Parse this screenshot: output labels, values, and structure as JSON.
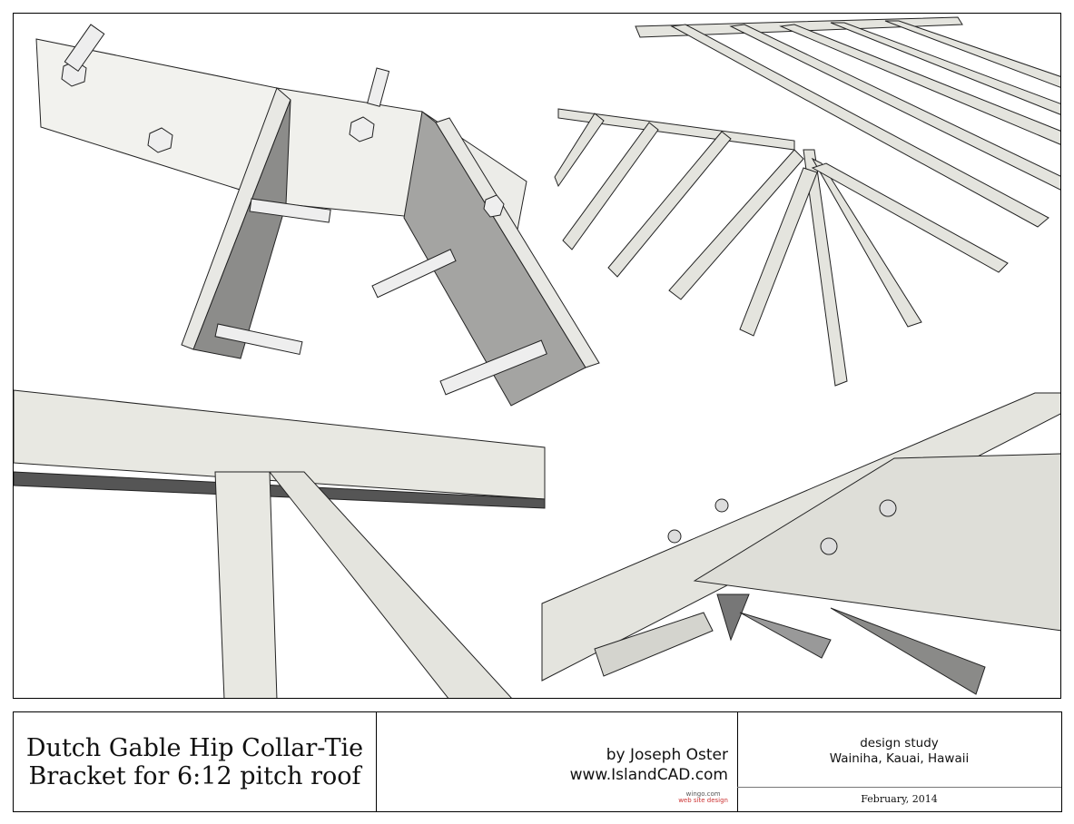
{
  "title_block": {
    "title_line1": "Dutch Gable Hip Collar-Tie",
    "title_line2": "Bracket for 6:12 pitch roof",
    "author": "by Joseph Oster",
    "website": "www.IslandCAD.com",
    "logo_text": "wingo.com",
    "logo_subtext": "web site design",
    "project_type": "design study",
    "location": "Wainiha, Kauai, Hawaii",
    "date": "February, 2014"
  },
  "colors": {
    "steel_light": "#eeeeea",
    "steel_dark": "#9a9a98",
    "wood": "#e6e6e0",
    "wood_dark": "#b8b8b0"
  }
}
